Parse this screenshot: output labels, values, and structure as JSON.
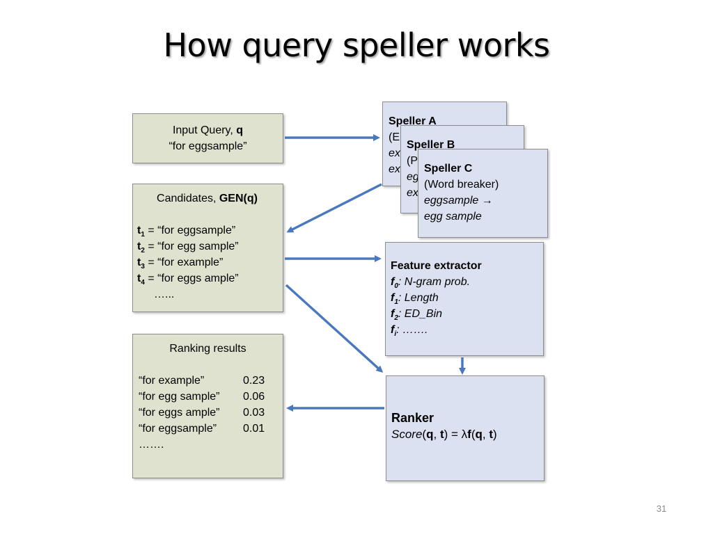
{
  "title": "How query speller works",
  "page_number": "31",
  "input_box": {
    "line1_prefix": "Input Query, ",
    "line1_bold": "q",
    "line2": "“for eggsample”"
  },
  "candidates_box": {
    "heading_prefix": "Candidates, ",
    "heading_bold": "GEN(q)",
    "items": [
      {
        "var": "t",
        "sub": "1",
        "text": " = “for eggsample”"
      },
      {
        "var": "t",
        "sub": "2",
        "text": " = “for egg sample”"
      },
      {
        "var": "t",
        "sub": "3",
        "text": " = “for example”"
      },
      {
        "var": "t",
        "sub": "4",
        "text": " = “for eggs ample”"
      }
    ],
    "ellipsis": "…..."
  },
  "ranking_box": {
    "heading": "Ranking results",
    "rows": [
      {
        "text": "“for example”",
        "score": "0.23"
      },
      {
        "text": "“for egg sample”",
        "score": "0.06"
      },
      {
        "text": "“for eggs ample”",
        "score": "0.03"
      },
      {
        "text": "“for eggsample”",
        "score": "0.01"
      }
    ],
    "ellipsis": "……."
  },
  "speller_a": {
    "title": "Speller A",
    "line2": "(E",
    "line3": "ex",
    "line4": "ex"
  },
  "speller_b": {
    "title": "Speller B",
    "line2": "(P",
    "line3": "eg",
    "line4": "ex"
  },
  "speller_c": {
    "title": "Speller C",
    "subtitle": "(Word breaker)",
    "line3": "eggsample",
    "arrow": "→",
    "line4": "egg sample"
  },
  "feature_box": {
    "title": "Feature extractor",
    "items": [
      {
        "var": "f",
        "sub": "0",
        "text": ": N-gram prob."
      },
      {
        "var": "f",
        "sub": "1",
        "text": ": Length"
      },
      {
        "var": "f",
        "sub": "2",
        "text": ": ED_Bin"
      },
      {
        "var": "f",
        "sub": "i",
        "text": ": ……."
      }
    ]
  },
  "ranker_box": {
    "title": "Ranker",
    "score_fn": "Score",
    "p1": "(",
    "q": "q",
    "comma": ", ",
    "t": "t",
    "p2": ") = ",
    "lambda": "λ",
    "f": "f",
    "p3": "(",
    "q2": "q",
    "comma2": ", ",
    "t2": "t",
    "p4": ")"
  },
  "colors": {
    "arrow": "#4a78bf",
    "green_box": "#dee2cf",
    "blue_box": "#dbe1f1"
  }
}
